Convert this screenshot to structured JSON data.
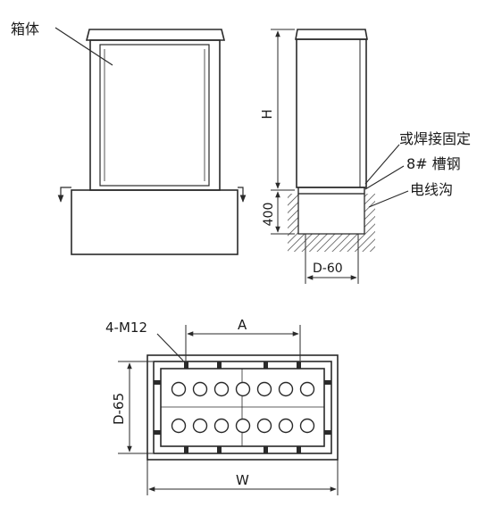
{
  "labels": {
    "cabinet": "箱体",
    "height": "H",
    "depth_400": "400",
    "weld_fix": "或焊接固定",
    "channel_steel": "8#  槽钢",
    "cable_trench": "电线沟",
    "d_minus_60": "D-60",
    "bolts": "4-M12",
    "dim_a": "A",
    "dim_d65": "D-65",
    "dim_w": "W"
  },
  "plan": {
    "holes_per_row": 7,
    "rows": 2
  },
  "colors": {
    "line": "#2a2a2a",
    "fill": "#ffffff",
    "hatch": "#3a3a3a"
  }
}
